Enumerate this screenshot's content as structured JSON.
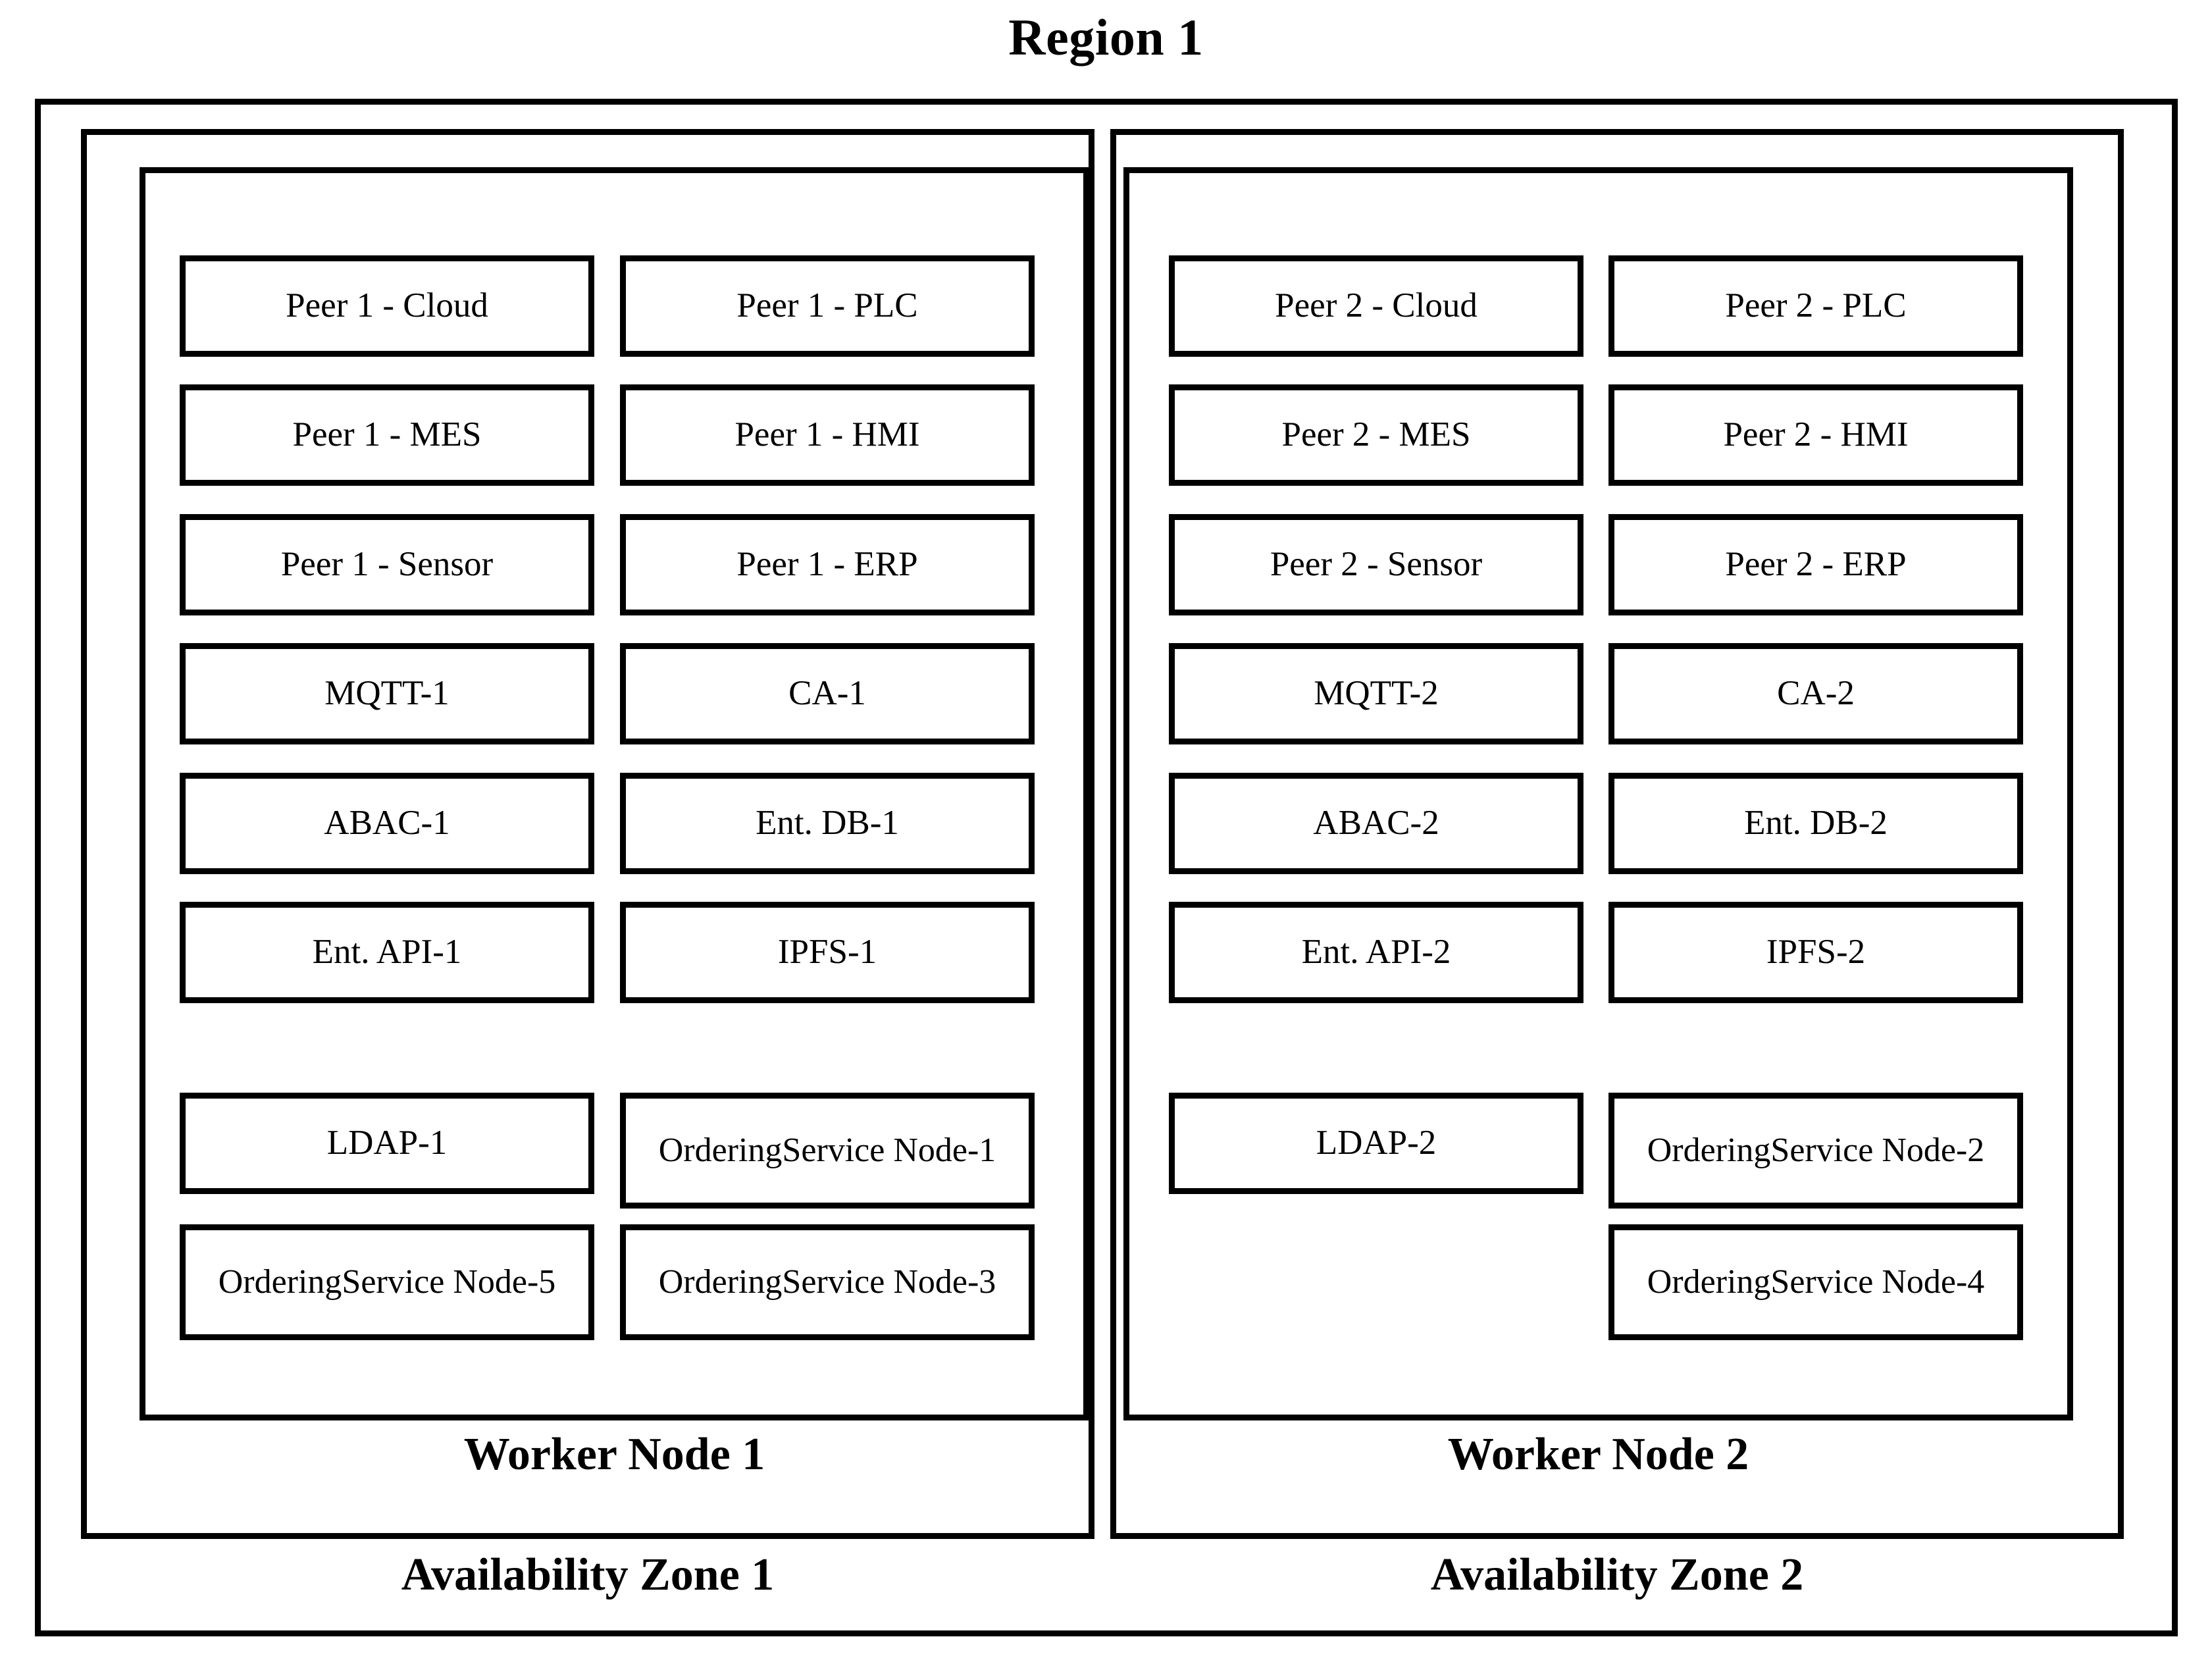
{
  "diagram": {
    "title": "Region 1",
    "zones": [
      {
        "name": "Availability Zone 1",
        "worker": "Worker Node 1",
        "columns": {
          "left": [
            "Peer 1 - Cloud",
            "Peer 1 - MES",
            "Peer 1 - Sensor",
            "MQTT-1",
            "ABAC-1",
            "Ent. API-1",
            "LDAP-1",
            "Ordering\nService Node-5"
          ],
          "right": [
            "Peer 1 - PLC",
            "Peer 1 - HMI",
            "Peer 1 - ERP",
            "CA-1",
            "Ent. DB-1",
            "IPFS-1",
            "Ordering\nService Node-1",
            "Ordering\nService Node-3"
          ]
        }
      },
      {
        "name": "Availability Zone 2",
        "worker": "Worker Node 2",
        "columns": {
          "left": [
            "Peer 2 - Cloud",
            "Peer 2 - MES",
            "Peer 2 - Sensor",
            "MQTT-2",
            "ABAC-2",
            "Ent. API-2",
            "LDAP-2",
            ""
          ],
          "right": [
            "Peer 2 - PLC",
            "Peer 2 - HMI",
            "Peer 2 - ERP",
            "CA-2",
            "Ent. DB-2",
            "IPFS-2",
            "Ordering\nService Node-2",
            "Ordering\nService Node-4"
          ]
        }
      }
    ]
  },
  "colors": {
    "stroke": "#000000",
    "background": "#ffffff",
    "text": "#000000"
  }
}
